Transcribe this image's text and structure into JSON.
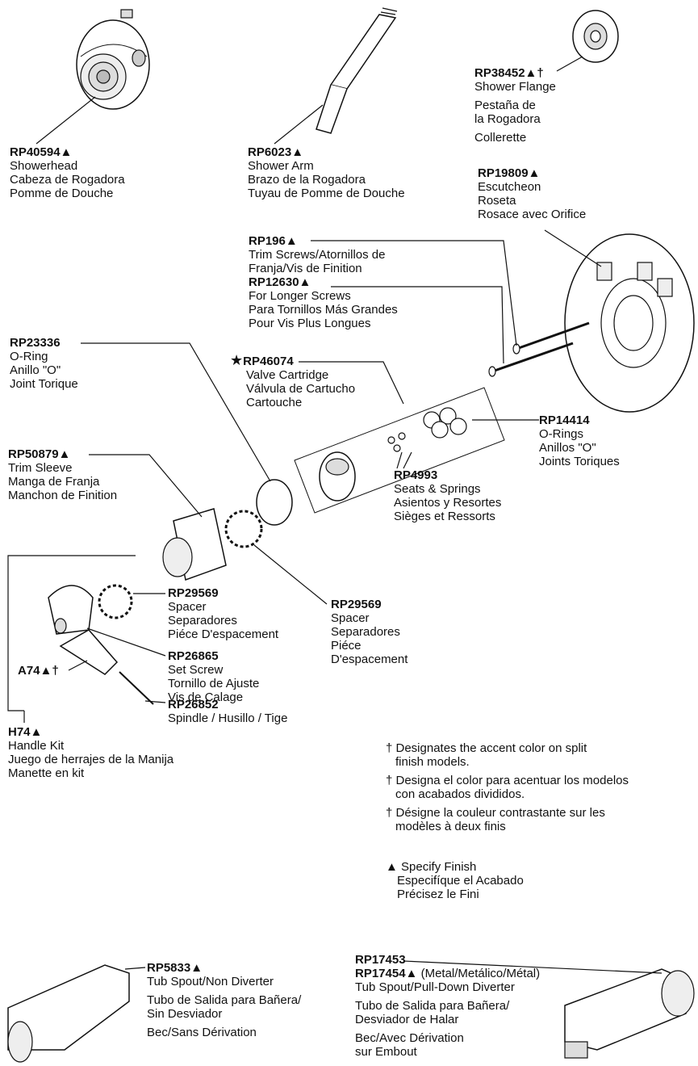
{
  "parts": {
    "showerhead": {
      "pn": "RP40594▲",
      "lines": [
        "Showerhead",
        "Cabeza de Rogadora",
        "Pomme de Douche"
      ]
    },
    "shower_arm": {
      "pn": "RP6023▲",
      "lines": [
        "Shower Arm",
        "Brazo de la Rogadora",
        "Tuyau de Pomme de Douche"
      ]
    },
    "shower_flange": {
      "pn": "RP38452▲†",
      "lines": [
        "Shower Flange",
        "Pestaña de",
        "la Rogadora",
        "Collerette"
      ]
    },
    "escutcheon": {
      "pn": "RP19809▲",
      "lines": [
        "Escutcheon",
        "Roseta",
        "Rosace avec Orifice"
      ]
    },
    "trim_screws": {
      "pn": "RP196▲",
      "lines": [
        "Trim Screws/Atornillos de",
        "Franja/Vis de Finition"
      ]
    },
    "longer_screws": {
      "pn": "RP12630▲",
      "lines": [
        "For Longer Screws",
        "Para Tornillos Más Grandes",
        "Pour Vis Plus Longues"
      ]
    },
    "o_ring": {
      "pn": "RP23336",
      "lines": [
        "O-Ring",
        "Anillo \"O\"",
        "Joint Torique"
      ]
    },
    "valve_cartridge": {
      "pn": "RP46074",
      "star": "★",
      "lines": [
        "Valve Cartridge",
        "Válvula de Cartucho",
        "Cartouche"
      ]
    },
    "o_rings": {
      "pn": "RP14414",
      "lines": [
        "O-Rings",
        "Anillos \"O\"",
        "Joints Toriques"
      ]
    },
    "trim_sleeve": {
      "pn": "RP50879▲",
      "lines": [
        "Trim Sleeve",
        "Manga de Franja",
        "Manchon de Finition"
      ]
    },
    "seats_springs": {
      "pn": "RP4993",
      "lines": [
        "Seats & Springs",
        "Asientos y Resortes",
        "Sièges et Ressorts"
      ]
    },
    "spacer_left": {
      "pn": "RP29569",
      "lines": [
        "Spacer",
        "Separadores",
        "Piéce D'espacement"
      ]
    },
    "spacer_right": {
      "pn": "RP29569",
      "lines": [
        "Spacer",
        "Separadores",
        "Piéce",
        "D'espacement"
      ]
    },
    "set_screw": {
      "pn": "RP26865",
      "lines": [
        "Set Screw",
        "Tornillo de Ajuste",
        "Vis de Calage"
      ]
    },
    "handle": {
      "pn": "A74▲†"
    },
    "spindle": {
      "pn": "RP26852",
      "lines": [
        "Spindle / Husillo / Tige"
      ]
    },
    "handle_kit": {
      "pn": "H74▲",
      "lines": [
        "Handle Kit",
        "Juego de herrajes de la Manija",
        "Manette en kit"
      ]
    },
    "tub_spout": {
      "pn": "RP5833▲",
      "lines": [
        "Tub Spout/Non Diverter",
        "Tubo de Salida para Bañera/",
        "Sin Desviador",
        "Bec/Sans Dérivation"
      ]
    },
    "tub_spout_diverter": {
      "pn": "RP17453",
      "pn2": "RP17454▲",
      "pn2_note": "(Metal/Metálico/Métal)",
      "lines": [
        "Tub Spout/Pull-Down Diverter",
        "Tubo de Salida para Bañera/",
        "Desviador de Halar",
        "Bec/Avec Dérivation",
        "sur Embout"
      ]
    }
  },
  "notes": {
    "dagger": [
      "† Designates the accent color on split",
      "finish models.",
      "† Designa el color para acentuar los modelos",
      "con acabados divididos.",
      "† Désigne la couleur contrastante sur les",
      "modèles à deux finis"
    ],
    "triangle": [
      "▲ Specify Finish",
      "Especifíque el Acabado",
      "Précisez le Fini"
    ]
  },
  "colors": {
    "line": "#111111",
    "part_fill": "#ffffff",
    "shade": "#cfcfcf"
  }
}
